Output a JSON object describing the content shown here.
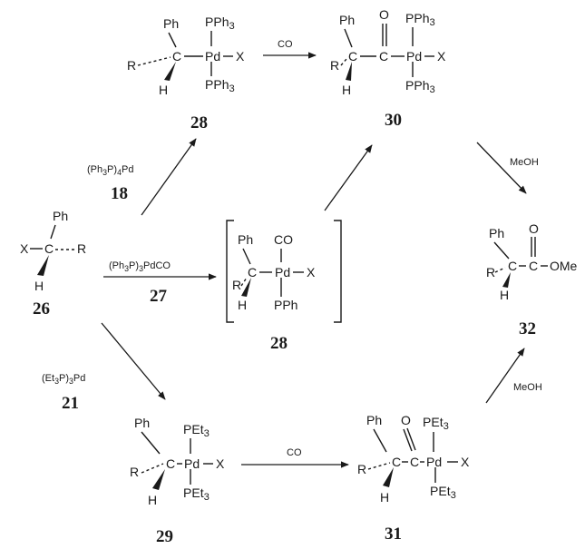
{
  "compounds": {
    "c28_top": {
      "number": "28",
      "ph": "Ph",
      "r": "R",
      "h": "H",
      "c": "C",
      "pd": "Pd",
      "x": "X",
      "l_top": "PPh3",
      "l_bottom": "PPh3"
    },
    "c30": {
      "number": "30",
      "ph": "Ph",
      "r": "R",
      "h": "H",
      "c": "C",
      "c2": "C",
      "o": "O",
      "pd": "Pd",
      "x": "X",
      "l_top": "PPh3",
      "l_bottom": "PPh3"
    },
    "c26": {
      "number": "26",
      "ph": "Ph",
      "r": "R",
      "h": "H",
      "c": "C",
      "x": "X"
    },
    "c28_mid": {
      "number": "28",
      "ph": "Ph",
      "r": "R",
      "h": "H",
      "c": "C",
      "pd": "Pd",
      "x": "X",
      "l_top": "CO",
      "l_bottom": "PPh"
    },
    "c32": {
      "number": "32",
      "ph": "Ph",
      "r": "R",
      "h": "H",
      "c": "C",
      "c2": "C",
      "o": "O",
      "ome": "OMe"
    },
    "c29": {
      "number": "29",
      "ph": "Ph",
      "r": "R",
      "h": "H",
      "c": "C",
      "pd": "Pd",
      "x": "X",
      "l_top": "PEt3",
      "l_bottom": "PEt3"
    },
    "c31": {
      "number": "31",
      "ph": "Ph",
      "r": "R",
      "h": "H",
      "c": "C",
      "c2": "C",
      "o": "O",
      "pd": "Pd",
      "x": "X",
      "l_top": "PEt3",
      "l_bottom": "PEt3"
    }
  },
  "reagents": {
    "r18": {
      "formula": "(Ph3P)4Pd",
      "number": "18"
    },
    "r27": {
      "formula": "(Ph3P)3PdCO",
      "number": "27"
    },
    "r21": {
      "formula": "(Et3P)3Pd",
      "number": "21"
    },
    "co_top": "CO",
    "co_bottom": "CO",
    "meoh_top": "MeOH",
    "meoh_bottom": "MeOH"
  }
}
